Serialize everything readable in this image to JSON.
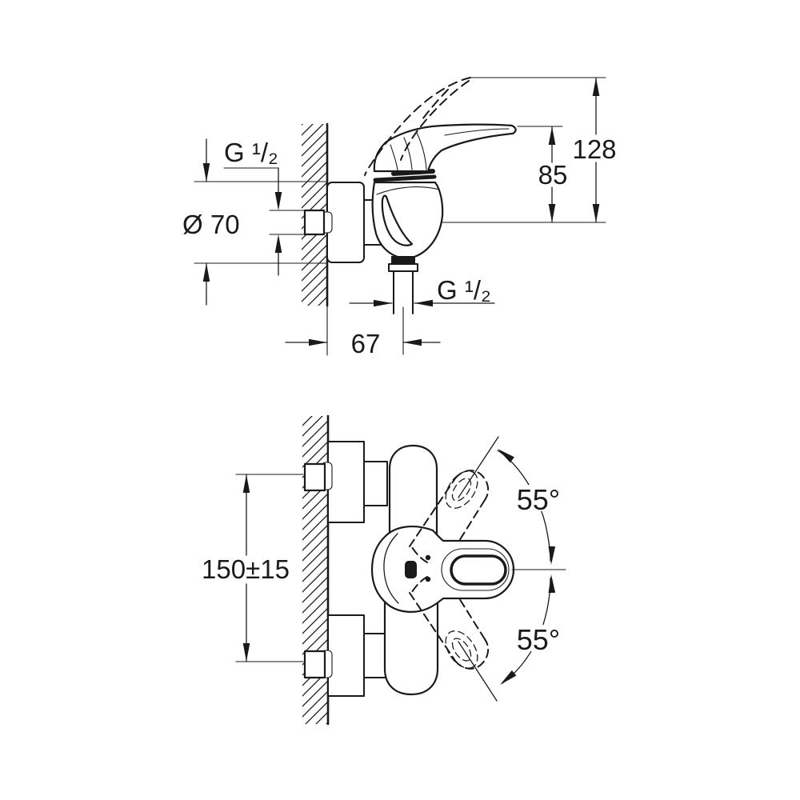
{
  "drawing": {
    "kind": "dimension-drawing",
    "colors": {
      "line": "#1a1a1a",
      "background": "#ffffff"
    },
    "side_view": {
      "thread_top_label": "G ¹/₂",
      "flange_diameter_label": "Ø 70",
      "overall_height_label": "128",
      "handle_height_label": "85",
      "thread_bottom_label": "G ¹/₂",
      "wall_offset_label": "67"
    },
    "top_view": {
      "connection_spacing_label": "150±15",
      "swing_up_label": "55°",
      "swing_down_label": "55°"
    }
  }
}
